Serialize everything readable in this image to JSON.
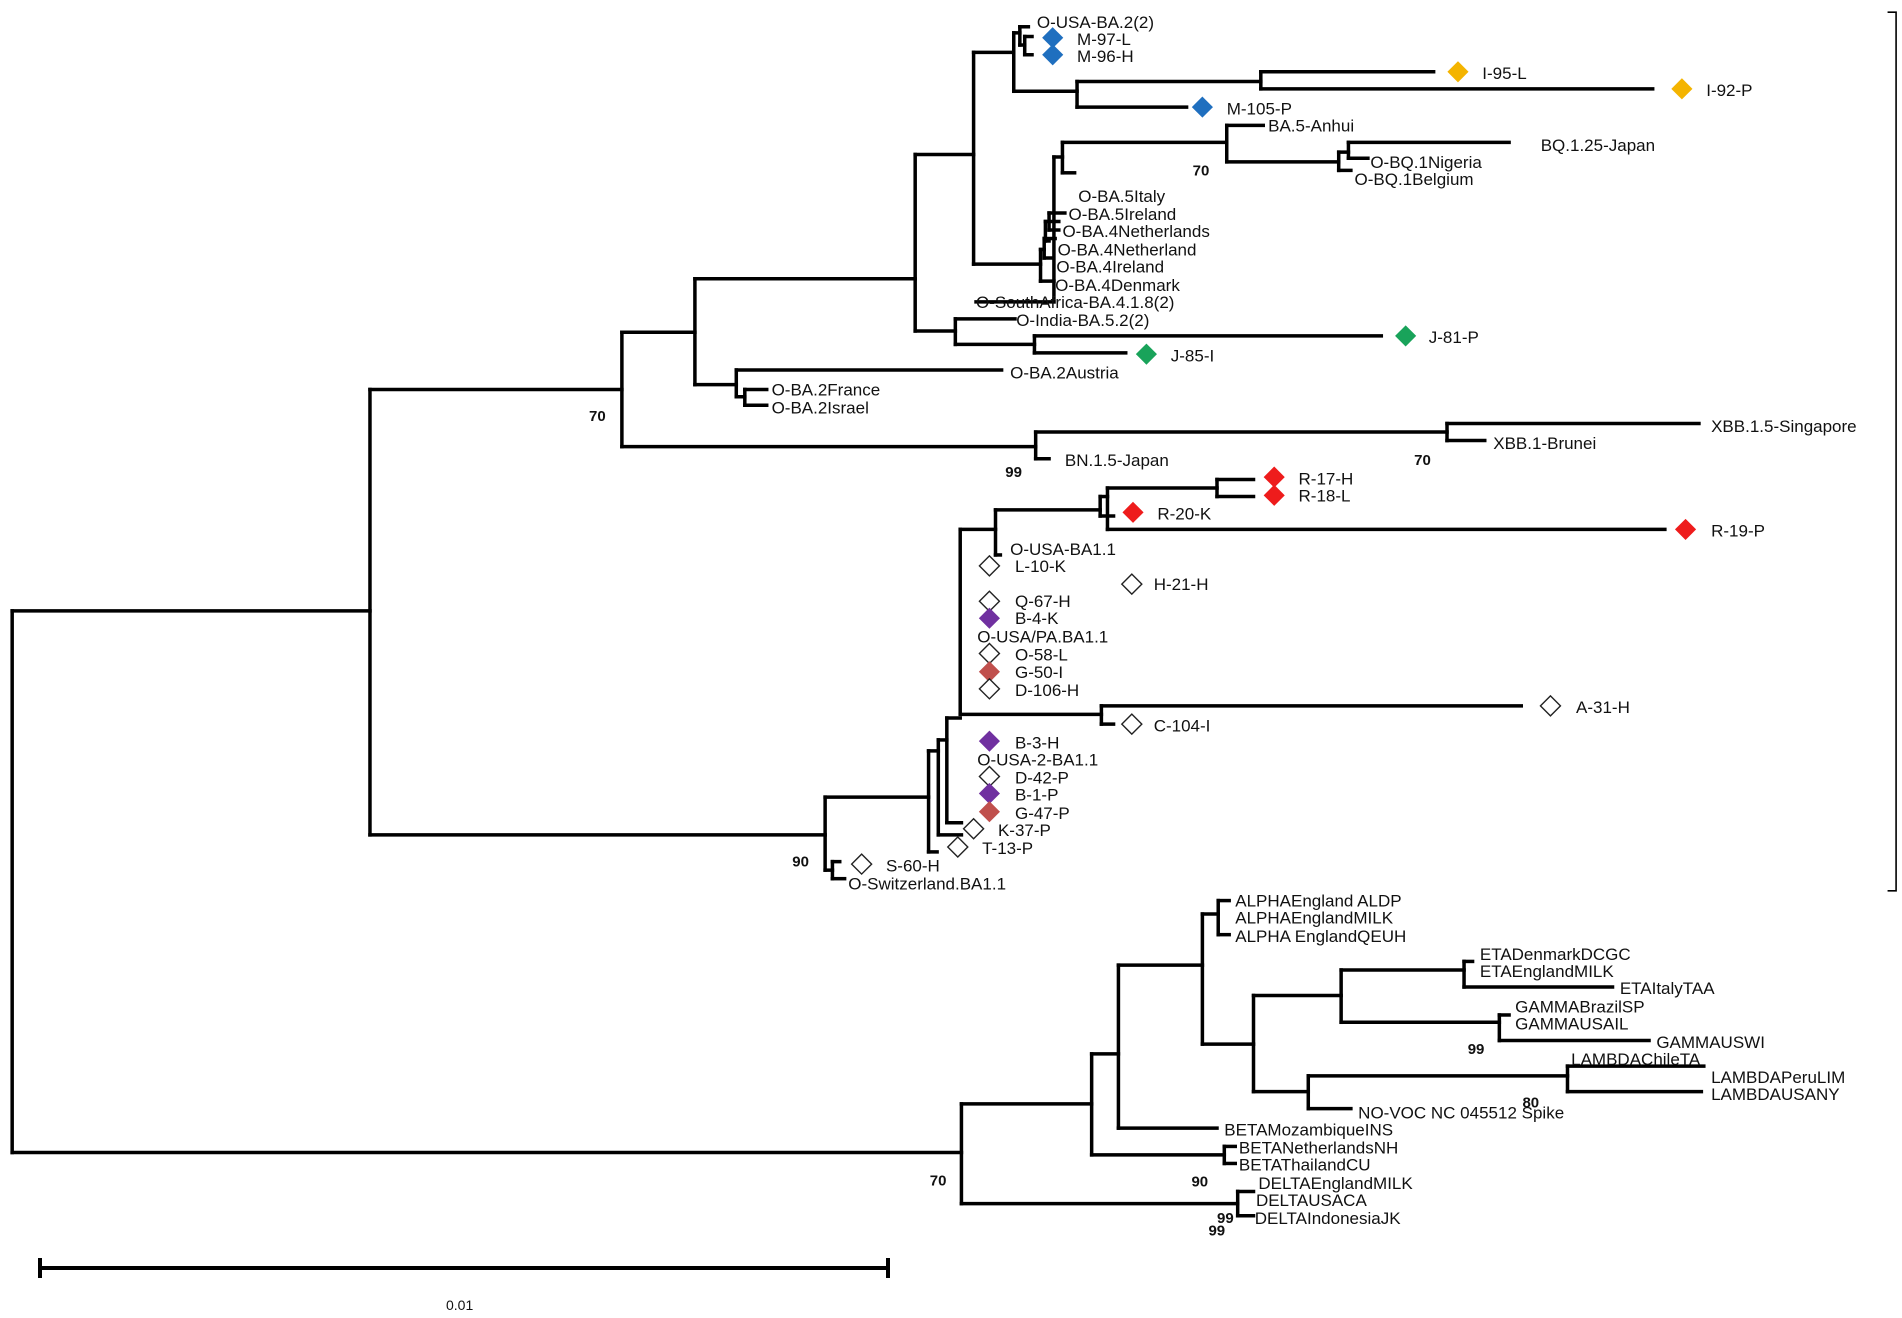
{
  "scale_bar": {
    "label": "0.01"
  },
  "colors": {
    "blue": "#1f6fbf",
    "yellow": "#f4b400",
    "green": "#19a35a",
    "red": "#ee1c1c",
    "purple": "#7030a0",
    "rose": "#c0504d",
    "open": "#ffffff",
    "branch": "#000000"
  },
  "bootstrap": [
    "70",
    "70",
    "99",
    "70",
    "90",
    "99",
    "80",
    "90",
    "70",
    "99",
    "99"
  ],
  "leaves": [
    {
      "label": "O-USA-BA.2(2)",
      "marker": null
    },
    {
      "label": "M-97-L",
      "marker": "blue-diamond-icon"
    },
    {
      "label": "M-96-H",
      "marker": "blue-diamond-icon"
    },
    {
      "label": "I-95-L",
      "marker": "yellow-diamond-icon"
    },
    {
      "label": "I-92-P",
      "marker": "yellow-diamond-icon"
    },
    {
      "label": "M-105-P",
      "marker": "blue-diamond-icon"
    },
    {
      "label": "BA.5-Anhui",
      "marker": null
    },
    {
      "label": "BQ.1.25-Japan",
      "marker": null
    },
    {
      "label": "O-BQ.1Nigeria",
      "marker": null
    },
    {
      "label": "O-BQ.1Belgium",
      "marker": null
    },
    {
      "label": "O-BA.5Italy",
      "marker": null
    },
    {
      "label": "O-BA.5Ireland",
      "marker": null
    },
    {
      "label": "O-BA.4Netherlands",
      "marker": null
    },
    {
      "label": "O-BA.4Netherland",
      "marker": null
    },
    {
      "label": "O-BA.4Ireland",
      "marker": null
    },
    {
      "label": "O-BA.4Denmark",
      "marker": null
    },
    {
      "label": "O-SouthAfrica-BA.4.1.8(2)",
      "marker": null
    },
    {
      "label": "O-India-BA.5.2(2)",
      "marker": null
    },
    {
      "label": "J-81-P",
      "marker": "green-diamond-icon"
    },
    {
      "label": "J-85-I",
      "marker": "green-diamond-icon"
    },
    {
      "label": "O-BA.2Austria",
      "marker": null
    },
    {
      "label": "O-BA.2France",
      "marker": null
    },
    {
      "label": "O-BA.2Israel",
      "marker": null
    },
    {
      "label": "XBB.1.5-Singapore",
      "marker": null
    },
    {
      "label": "XBB.1-Brunei",
      "marker": null
    },
    {
      "label": "BN.1.5-Japan",
      "marker": null
    },
    {
      "label": "R-17-H",
      "marker": "red-diamond-icon"
    },
    {
      "label": "R-18-L",
      "marker": "red-diamond-icon"
    },
    {
      "label": "R-20-K",
      "marker": "red-diamond-icon"
    },
    {
      "label": "R-19-P",
      "marker": "red-diamond-icon"
    },
    {
      "label": "O-USA-BA1.1",
      "marker": null
    },
    {
      "label": "L-10-K",
      "marker": "open-diamond-icon"
    },
    {
      "label": "H-21-H",
      "marker": "open-diamond-icon"
    },
    {
      "label": "Q-67-H",
      "marker": "open-diamond-icon"
    },
    {
      "label": "B-4-K",
      "marker": "purple-diamond-icon"
    },
    {
      "label": "O-USA/PA.BA1.1",
      "marker": null
    },
    {
      "label": "O-58-L",
      "marker": "open-diamond-icon"
    },
    {
      "label": "G-50-I",
      "marker": "rose-diamond-icon"
    },
    {
      "label": "D-106-H",
      "marker": "open-diamond-icon"
    },
    {
      "label": "A-31-H",
      "marker": "open-diamond-icon"
    },
    {
      "label": "C-104-I",
      "marker": "open-diamond-icon"
    },
    {
      "label": "B-3-H",
      "marker": "purple-diamond-icon"
    },
    {
      "label": "O-USA-2-BA1.1",
      "marker": null
    },
    {
      "label": "D-42-P",
      "marker": "open-diamond-icon"
    },
    {
      "label": "B-1-P",
      "marker": "purple-diamond-icon"
    },
    {
      "label": "G-47-P",
      "marker": "rose-diamond-icon"
    },
    {
      "label": "K-37-P",
      "marker": "open-diamond-icon"
    },
    {
      "label": "T-13-P",
      "marker": "open-diamond-icon"
    },
    {
      "label": "S-60-H",
      "marker": "open-diamond-icon"
    },
    {
      "label": "O-Switzerland.BA1.1",
      "marker": null
    },
    {
      "label": "ALPHAEngland ALDP",
      "marker": null
    },
    {
      "label": "ALPHAEnglandMILK",
      "marker": null
    },
    {
      "label": "ALPHA EnglandQEUH",
      "marker": null
    },
    {
      "label": "ETADenmarkDCGC",
      "marker": null
    },
    {
      "label": "ETAEnglandMILK",
      "marker": null
    },
    {
      "label": "ETAItalyTAA",
      "marker": null
    },
    {
      "label": "GAMMABrazilSP",
      "marker": null
    },
    {
      "label": "GAMMAUSAIL",
      "marker": null
    },
    {
      "label": "GAMMAUSWI",
      "marker": null
    },
    {
      "label": "LAMBDAChileTA",
      "marker": null
    },
    {
      "label": "LAMBDAPeruLIM",
      "marker": null
    },
    {
      "label": "LAMBDAUSANY",
      "marker": null
    },
    {
      "label": "NO-VOC NC 045512 Spike",
      "marker": null
    },
    {
      "label": "BETAMozambiqueINS",
      "marker": null
    },
    {
      "label": "BETANetherlandsNH",
      "marker": null
    },
    {
      "label": "BETAThailandCU",
      "marker": null
    },
    {
      "label": "DELTAEnglandMILK",
      "marker": null
    },
    {
      "label": "DELTAUSACA",
      "marker": null
    },
    {
      "label": "DELTAIndonesiaJK",
      "marker": null
    }
  ]
}
